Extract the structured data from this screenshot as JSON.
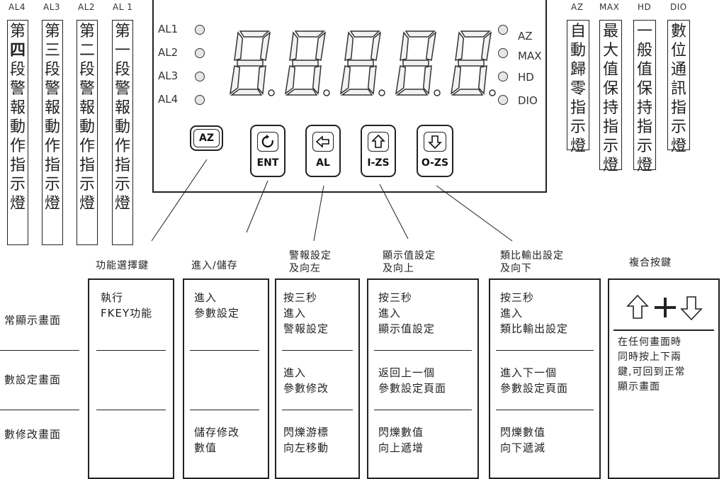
{
  "top_labels": {
    "al4": "AL4",
    "al3": "AL3",
    "al2": "AL2",
    "al1": "AL 1",
    "az": "AZ",
    "max": "MAX",
    "hd": "HD",
    "dio": "DIO"
  },
  "alarm_indicators": [
    {
      "text": "第四段警報動作指示燈"
    },
    {
      "text": "第三段警報動作指示燈"
    },
    {
      "text": "第二段警報動作指示燈"
    },
    {
      "text": "第一段警報動作指示燈"
    }
  ],
  "status_indicators": [
    {
      "text": "自動歸零指示燈"
    },
    {
      "text": "最大值保持指示燈"
    },
    {
      "text": "一般值保持指示燈"
    },
    {
      "text": "數位通訊指示燈"
    }
  ],
  "panel": {
    "left_leds": [
      "AL1",
      "AL2",
      "AL3",
      "AL4"
    ],
    "right_leds": [
      "AZ",
      "MAX",
      "HD",
      "DIO"
    ],
    "digits": "8.8.8.8.8."
  },
  "keys": {
    "az": "AZ",
    "ent": "ENT",
    "al": "AL",
    "izs": "I-ZS",
    "ozs": "O-ZS",
    "icons": {
      "ent": "rotate-icon",
      "al": "left-arrow-icon",
      "izs": "up-arrow-icon",
      "ozs": "down-arrow-icon"
    }
  },
  "captions": {
    "function_select": "功能選擇鍵",
    "enter_save": "進入/儲存",
    "alarm_set": [
      "警報設定",
      "及向左"
    ],
    "display_set": [
      "顯示值設定",
      "及向上"
    ],
    "analog_set": [
      "類比輸出設定",
      "及向下"
    ],
    "combo": "複合按鍵"
  },
  "rows": {
    "normal": "常顯示畫面",
    "param_set": "數設定畫面",
    "param_modify": "數修改畫面"
  },
  "cells": {
    "az_normal": "執行\nFKEY功能",
    "ent_normal": "進入\n參數設定",
    "ent_modify": "儲存修改\n數值",
    "al_normal": "按三秒\n進入\n警報設定",
    "al_set": "進入\n參數修改",
    "al_modify": "閃爍游標\n向左移動",
    "up_normal": "按三秒\n進入\n顯示值設定",
    "up_set": "返回上一個\n參數設定頁面",
    "up_modify": "閃爍數值\n向上遞增",
    "down_normal": "按三秒\n進入\n類比輸出設定",
    "down_set": "進入下一個\n參數設定頁面",
    "down_modify": "閃爍數值\n向下遞減",
    "combo_desc": "在任何畫面時\n同時按上下兩\n鍵,可回到正常\n顯示畫面"
  }
}
